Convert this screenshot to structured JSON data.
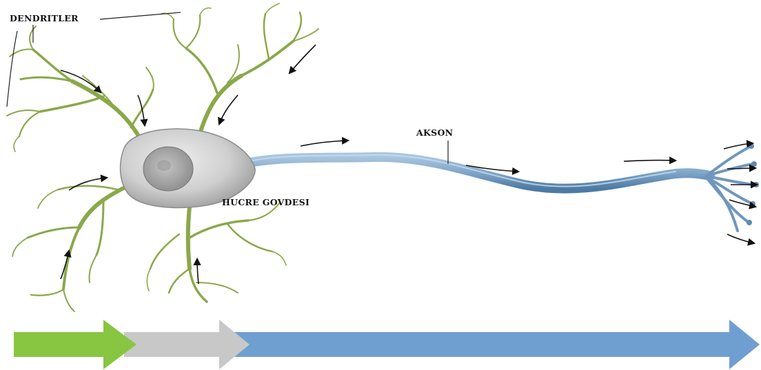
{
  "labels": {
    "dendrites": "DENDRITLER",
    "cell_body": "HUCRE GOVDESI",
    "axon": "AKSON"
  },
  "colors": {
    "dendrite": "#8aa84a",
    "dendrite_dark": "#5f7a2a",
    "cell_body": "#c9c9c9",
    "nucleus": "#a9a9a9",
    "axon": "#7fa6c9",
    "axon_dark": "#4d7aa3",
    "flow_dendrite": "#88c540",
    "flow_body": "#c8c8c8",
    "flow_axon": "#6f9fd0",
    "signal_arrow": "#111111"
  },
  "flow_bar": {
    "segments": [
      "dendrites",
      "cell-body",
      "axon"
    ]
  }
}
